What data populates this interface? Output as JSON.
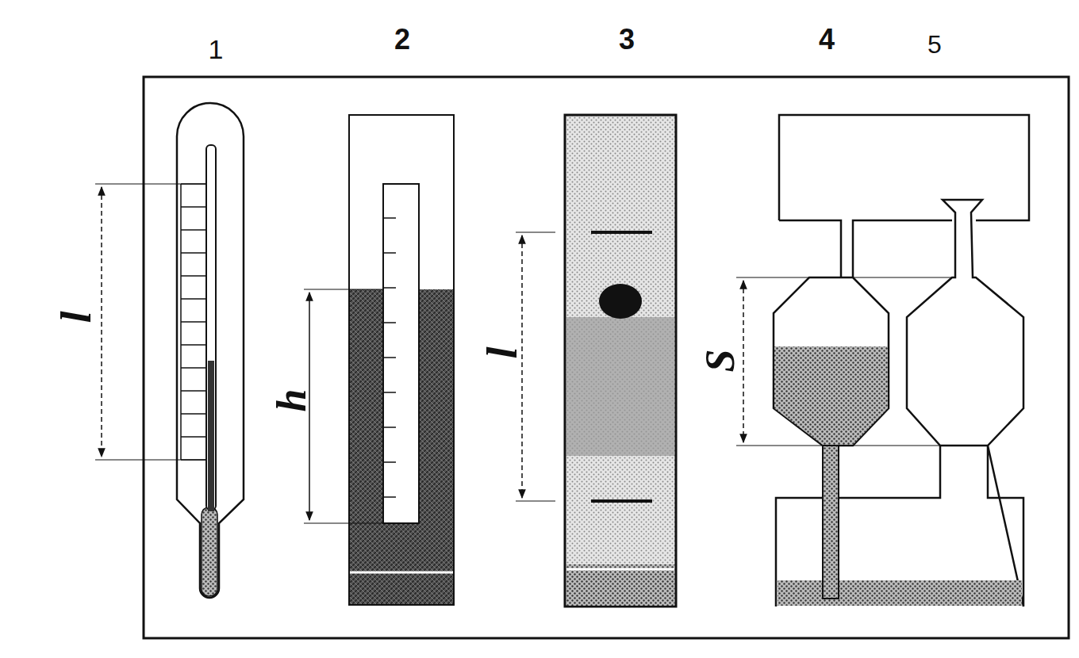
{
  "diagram": {
    "labels": [
      "1",
      "2",
      "3",
      "4",
      "5",
      "l",
      "h",
      "l",
      "S"
    ]
  }
}
